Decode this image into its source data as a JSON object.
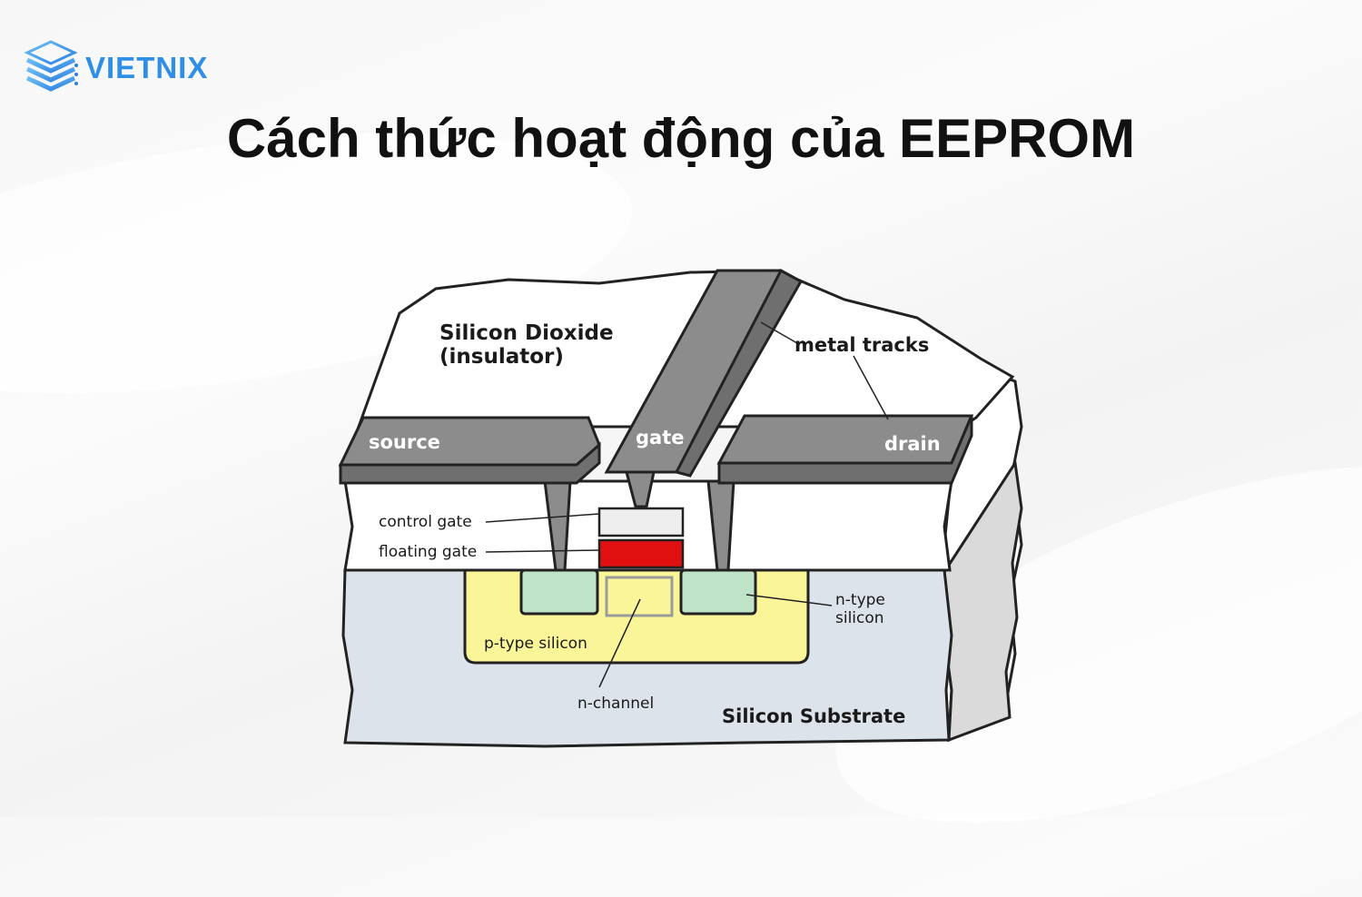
{
  "brand": {
    "name": "VIETNIX",
    "logo_icon": "stacked-layers-icon",
    "color": "#2f8fe6"
  },
  "title": "Cách thức hoạt động của EEPROM",
  "diagram": {
    "labels": {
      "silicon_dioxide": "Silicon Dioxide",
      "insulator": "(insulator)",
      "metal_tracks": "metal tracks",
      "source": "source",
      "gate": "gate",
      "drain": "drain",
      "control_gate": "control gate",
      "floating_gate": "floating gate",
      "n_type": "n-type",
      "silicon": "silicon",
      "p_type_silicon": "p-type silicon",
      "n_channel": "n-channel",
      "silicon_substrate": "Silicon Substrate"
    },
    "colors": {
      "metal": "#8c8c8c",
      "metal_dark": "#6f6f6f",
      "oxide": "#ffffff",
      "substrate": "#dde3ea",
      "p_type": "#fbf59a",
      "n_type": "#bfe3c6",
      "control_gate": "#eeeeee",
      "floating_gate": "#e01010"
    }
  }
}
